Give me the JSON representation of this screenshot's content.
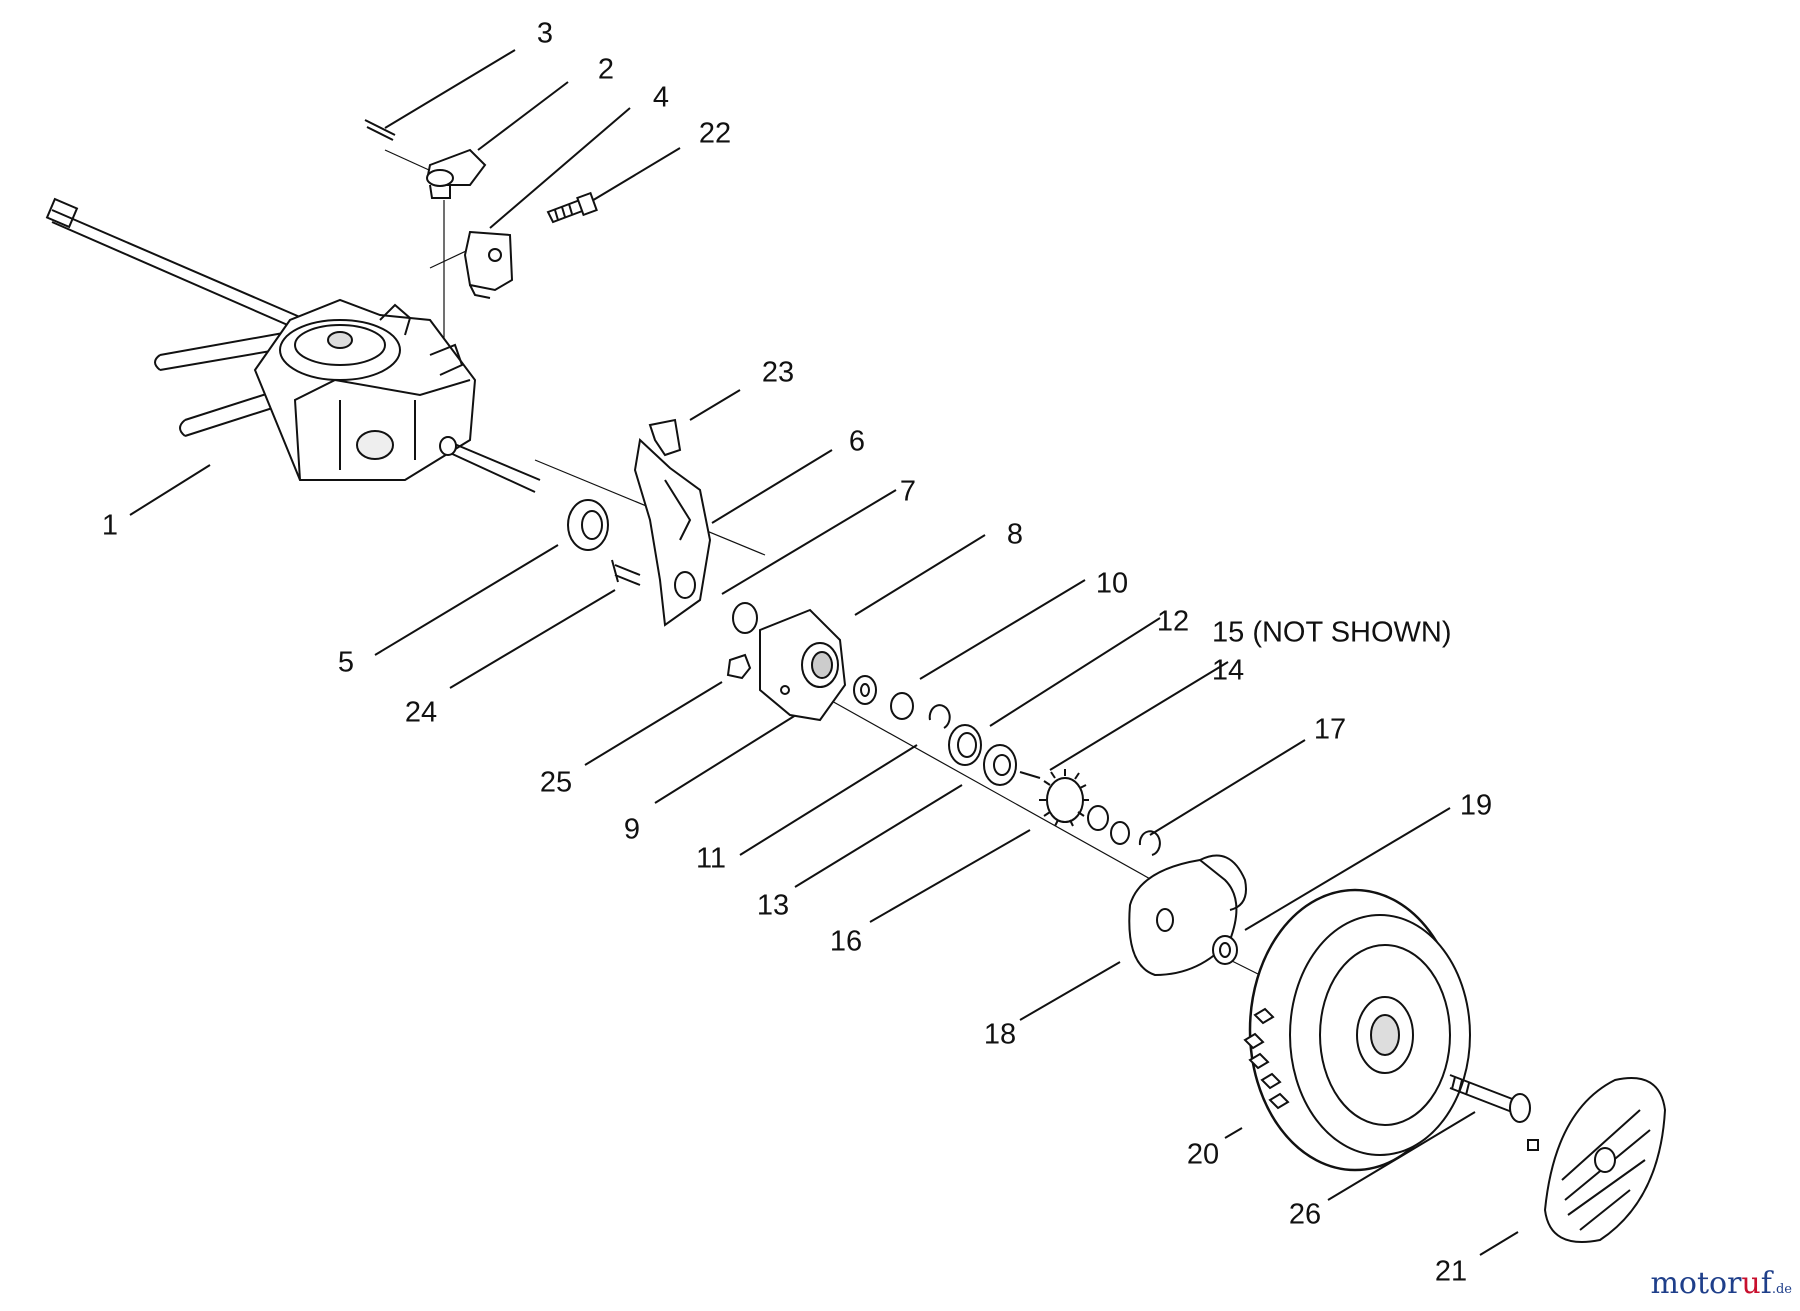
{
  "diagram": {
    "callouts": {
      "c1": "1",
      "c2": "2",
      "c3": "3",
      "c4": "4",
      "c5": "5",
      "c6": "6",
      "c7": "7",
      "c8": "8",
      "c9": "9",
      "c10": "10",
      "c11": "11",
      "c12": "12",
      "c13": "13",
      "c14": "14",
      "c16": "16",
      "c17": "17",
      "c18": "18",
      "c19": "19",
      "c20": "20",
      "c21": "21",
      "c22": "22",
      "c23": "23",
      "c24": "24",
      "c25": "25",
      "c26": "26"
    },
    "note_15": "15 (NOT SHOWN)"
  },
  "watermark": {
    "part1": "motor",
    "part2": "u",
    "part3": "f",
    "tld": ".de"
  }
}
